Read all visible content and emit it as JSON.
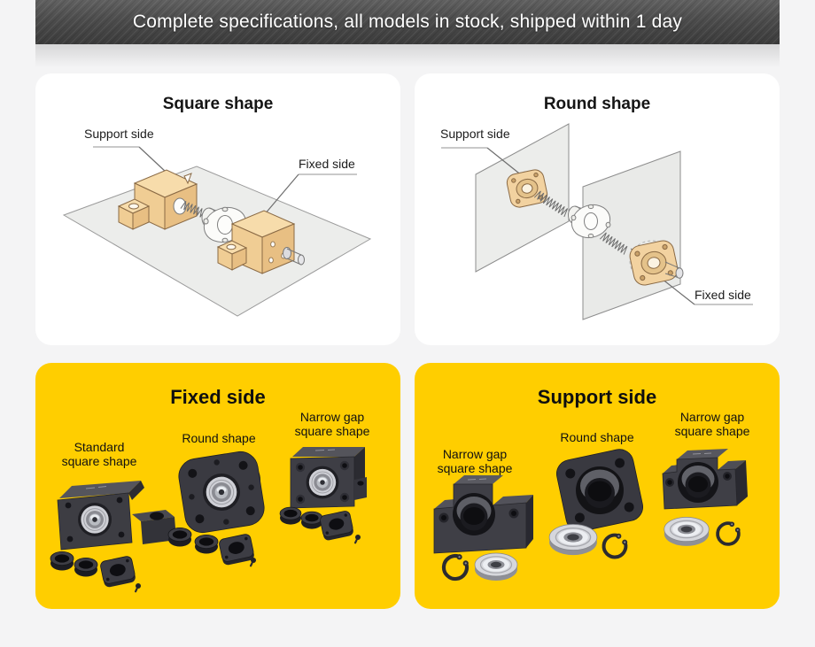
{
  "banner": {
    "text": "Complete specifications, all models in stock, shipped within 1 day"
  },
  "colors": {
    "page_background": "#f4f4f5",
    "banner_dark": "#4a4a4a",
    "card_yellow": "#ffce00",
    "card_white": "#ffffff",
    "diagram_bronze": "#f2d2a0",
    "product_black": "#3d3d43"
  },
  "cards": {
    "square": {
      "title": "Square shape",
      "labels": {
        "support": "Support side",
        "fixed": "Fixed side"
      }
    },
    "round": {
      "title": "Round shape",
      "labels": {
        "support": "Support side",
        "fixed": "Fixed side"
      }
    },
    "fixed_side": {
      "title": "Fixed side",
      "products": [
        {
          "label": "Standard square shape"
        },
        {
          "label": "Round shape"
        },
        {
          "label": "Narrow gap square shape"
        }
      ]
    },
    "support_side": {
      "title": "Support side",
      "products": [
        {
          "label": "Narrow gap square shape"
        },
        {
          "label": "Round shape"
        },
        {
          "label": "Narrow gap square shape"
        }
      ]
    }
  }
}
